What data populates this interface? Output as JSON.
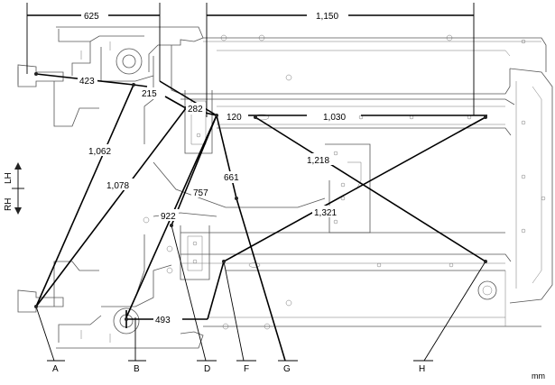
{
  "unit": "mm",
  "direction": {
    "lh": "LH",
    "rh": "RH"
  },
  "points": [
    "A",
    "B",
    "D",
    "F",
    "G",
    "H"
  ],
  "dimensions": {
    "d625": "625",
    "d1150": "1,150",
    "d423": "423",
    "d215": "215",
    "d282": "282",
    "d120": "120",
    "d1030": "1,030",
    "d1062": "1,062",
    "d1078": "1,078",
    "d1218": "1,218",
    "d661": "661",
    "d757": "757",
    "d922": "922",
    "d1321": "1,321",
    "d493": "493"
  }
}
